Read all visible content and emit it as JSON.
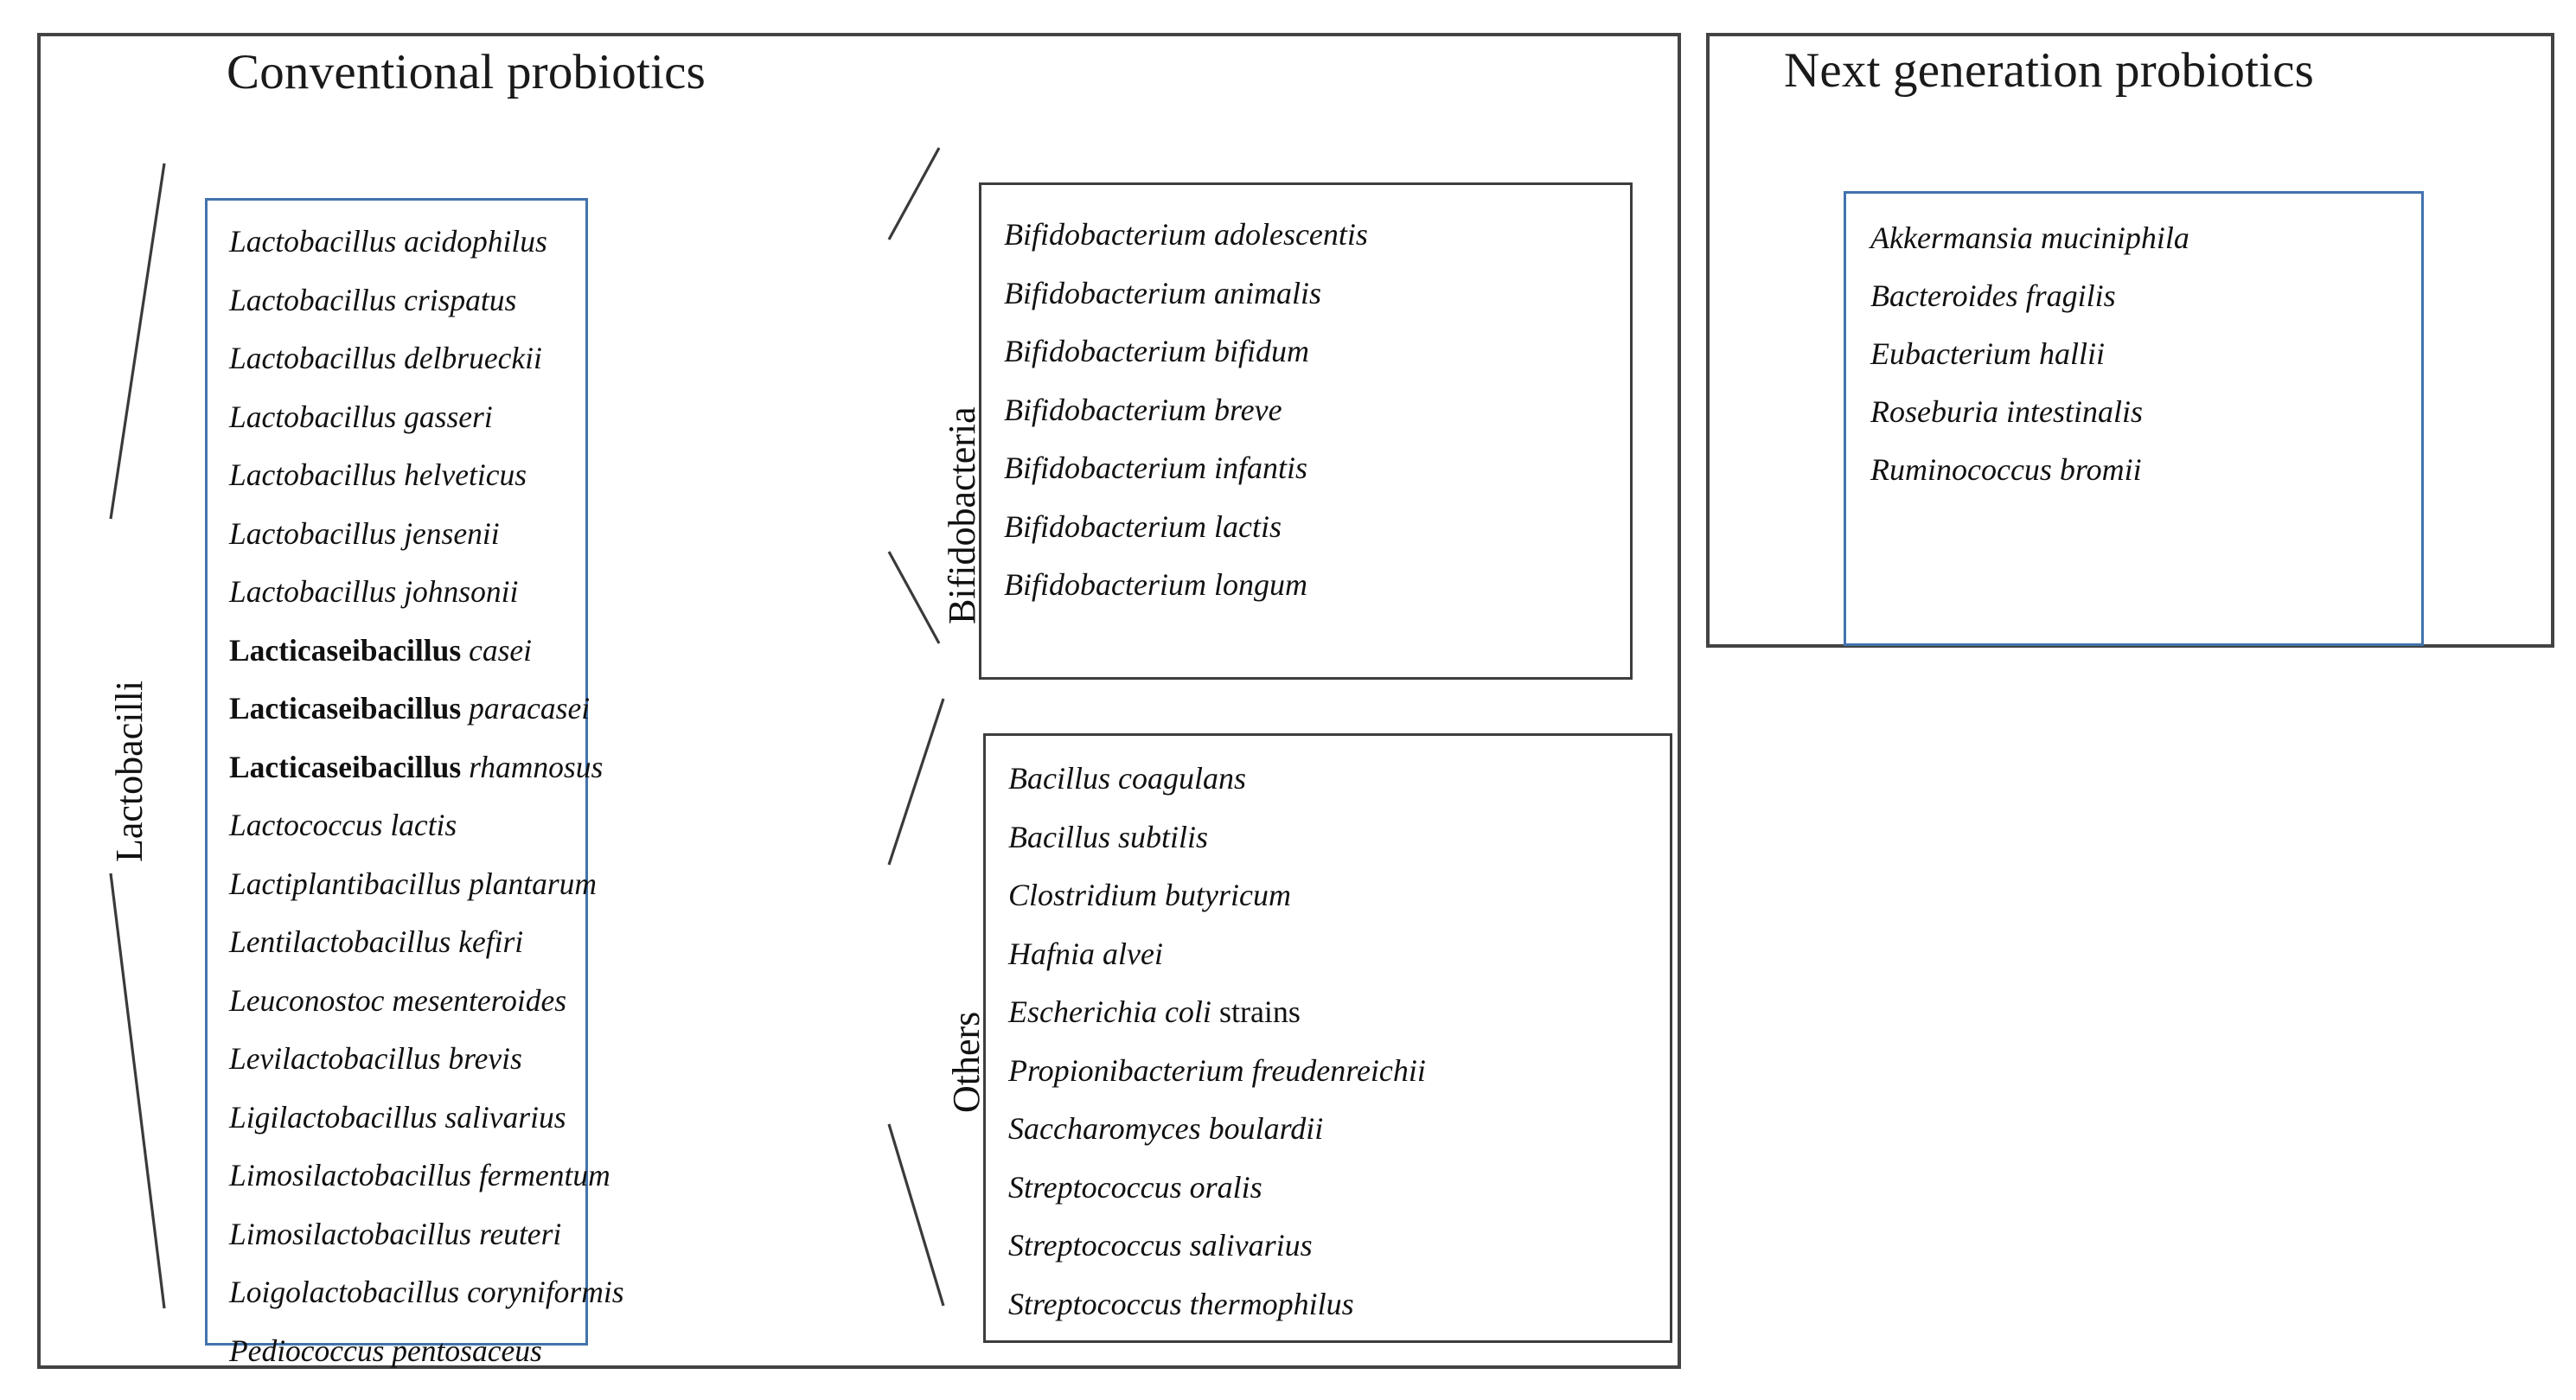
{
  "colors": {
    "panel_border": "#434343",
    "blue_box_border": "#4273ad",
    "dark_box_border": "#3d3d3d",
    "text": "#111111",
    "background": "#ffffff"
  },
  "conventional": {
    "title": "Conventional probiotics",
    "groups": [
      {
        "label": "Lactobacilli",
        "border_color": "#4273ad",
        "species": [
          {
            "text": "Lactobacillus acidophilus"
          },
          {
            "text": "Lactobacillus crispatus"
          },
          {
            "text": "Lactobacillus delbrueckii"
          },
          {
            "text": "Lactobacillus gasseri"
          },
          {
            "text": "Lactobacillus helveticus"
          },
          {
            "text": "Lactobacillus jensenii"
          },
          {
            "text": "Lactobacillus johnsonii"
          },
          {
            "genus_bold": "Lacticaseibacillus",
            "epithet": "casei"
          },
          {
            "genus_bold": "Lacticaseibacillus",
            "epithet": "paracasei"
          },
          {
            "genus_bold": "Lacticaseibacillus",
            "epithet": "rhamnosus"
          },
          {
            "text": "Lactococcus lactis"
          },
          {
            "text": "Lactiplantibacillus plantarum"
          },
          {
            "text": "Lentilactobacillus kefiri"
          },
          {
            "text": "Leuconostoc mesenteroides"
          },
          {
            "text": "Levilactobacillus brevis"
          },
          {
            "text": "Ligilactobacillus salivarius"
          },
          {
            "text": "Limosilactobacillus fermentum"
          },
          {
            "text": "Limosilactobacillus reuteri"
          },
          {
            "text": "Loigolactobacillus coryniformis"
          },
          {
            "text": "Pediococcus pentosaceus"
          }
        ]
      },
      {
        "label": "Bifidobacteria",
        "border_color": "#3d3d3d",
        "species": [
          {
            "text": "Bifidobacterium adolescentis"
          },
          {
            "text": "Bifidobacterium animalis"
          },
          {
            "text": "Bifidobacterium bifidum"
          },
          {
            "text": "Bifidobacterium breve"
          },
          {
            "text": "Bifidobacterium infantis"
          },
          {
            "text": "Bifidobacterium lactis"
          },
          {
            "text": "Bifidobacterium longum"
          }
        ]
      },
      {
        "label": "Others",
        "border_color": "#3d3d3d",
        "species": [
          {
            "text": "Bacillus coagulans"
          },
          {
            "text": "Bacillus subtilis"
          },
          {
            "text": "Clostridium butyricum"
          },
          {
            "text": "Hafnia alvei"
          },
          {
            "text": "Escherichia coli",
            "suffix_upright": "strains"
          },
          {
            "text": "Propionibacterium freudenreichii"
          },
          {
            "text": "Saccharomyces boulardii"
          },
          {
            "text": "Streptococcus oralis"
          },
          {
            "text": "Streptococcus salivarius"
          },
          {
            "text": "Streptococcus thermophilus"
          }
        ]
      }
    ]
  },
  "nextgen": {
    "title": "Next generation probiotics",
    "border_color": "#4273ad",
    "species": [
      {
        "text": "Akkermansia muciniphila"
      },
      {
        "text": "Bacteroides fragilis"
      },
      {
        "text": "Eubacterium hallii"
      },
      {
        "text": "Roseburia intestinalis"
      },
      {
        "text": "Ruminococcus bromii"
      }
    ]
  }
}
